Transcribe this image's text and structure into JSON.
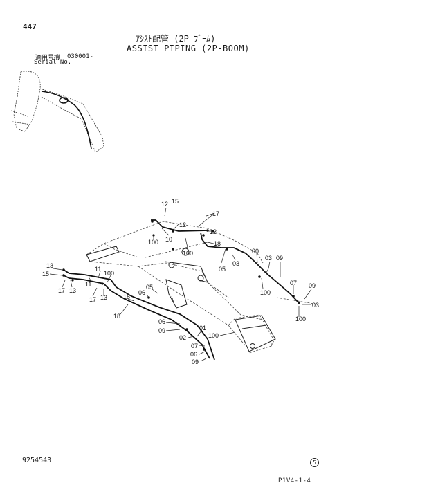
{
  "header": {
    "page_number": "447",
    "title_jp": "ｱｼｽﾄ配管 (2P-ﾌﾞｰﾑ)",
    "title_en": "ASSIST PIPING (2P-BOOM)",
    "serial_label_jp": "適用号機",
    "serial_label_en": "Serial No.",
    "serial_value": "030001-"
  },
  "callouts": {
    "c12a": "12",
    "c15a": "15",
    "c17a": "17",
    "c12b": "12",
    "c12c": "12",
    "c10": "10",
    "c100a": "100",
    "c100b": "100",
    "c18a": "18",
    "c00": "00",
    "c05a": "05",
    "c03a": "03",
    "c03b": "03",
    "c09a": "09",
    "c13a": "13",
    "c15b": "15",
    "c11a": "11",
    "c100c": "100",
    "c17b": "17",
    "c13b": "13",
    "c11b": "11",
    "c17c": "17",
    "c13c": "13",
    "c18b": "18",
    "c18c": "18",
    "c05b": "05",
    "c06a": "06",
    "c100d": "100",
    "c07a": "07",
    "c09b": "09",
    "c03c": "03",
    "c100e": "100",
    "c06b": "06",
    "c09c": "09",
    "c01": "01",
    "c02": "02",
    "c100f": "100",
    "c07b": "07",
    "c06c": "06",
    "c09d": "09"
  },
  "footer": {
    "doc_number": "9254543",
    "ref_symbol": "5",
    "page_code": "P1V4-1-4"
  }
}
